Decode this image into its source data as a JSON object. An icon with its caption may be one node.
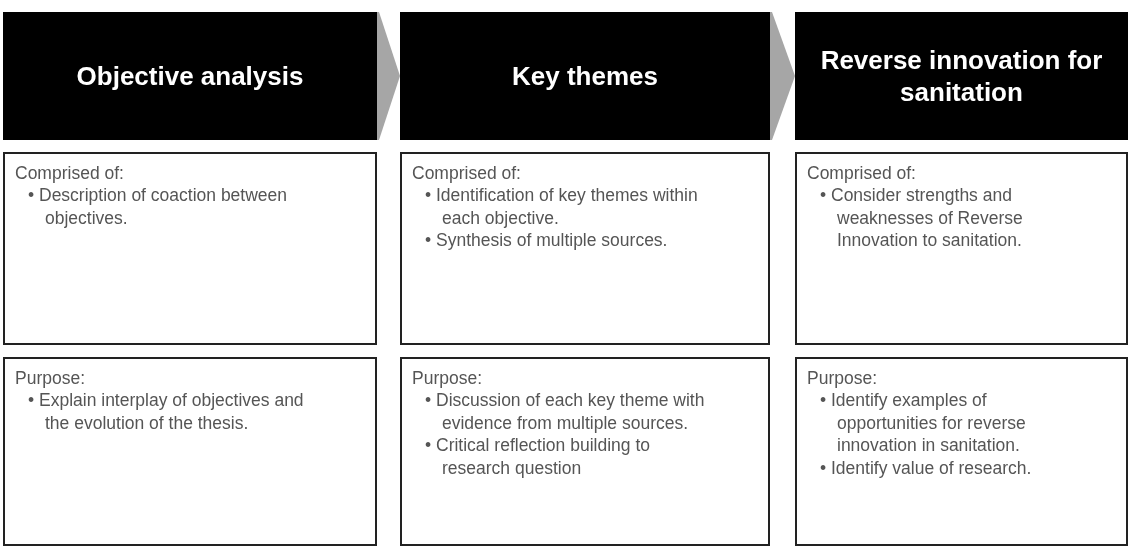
{
  "diagram": {
    "nodes": [
      {
        "text": [
          "Objective analysis"
        ]
      },
      {
        "text": [
          "Key themes"
        ]
      },
      {
        "text": [
          "Reverse innovation for sanitation"
        ]
      },
      {
        "text": [
          "Comprised of:",
          "• Description of coaction between objectives."
        ]
      },
      {
        "text": [
          "Comprised of:",
          "• Identification of key themes within each objective.",
          "• Synthesis of multiple sources."
        ]
      },
      {
        "text": [
          "Comprised of:",
          "• Consider strengths and weaknesses of Reverse Innovation to sanitation."
        ]
      },
      {
        "text": [
          "Purpose:",
          "• Explain interplay of objectives and the evolution of the thesis."
        ]
      },
      {
        "text": [
          "Purpose:",
          "• Discussion of each key theme with evidence from multiple sources.",
          "• Critical reflection building to research question"
        ]
      },
      {
        "text": [
          "Purpose:",
          "• Identify examples of opportunities for reverse innovation in sanitation.",
          "• Identify value of research."
        ]
      }
    ],
    "edges": [
      {
        "from": 0,
        "to": 1,
        "arrow": "to"
      },
      {
        "from": 1,
        "to": 2,
        "arrow": "to"
      }
    ]
  }
}
